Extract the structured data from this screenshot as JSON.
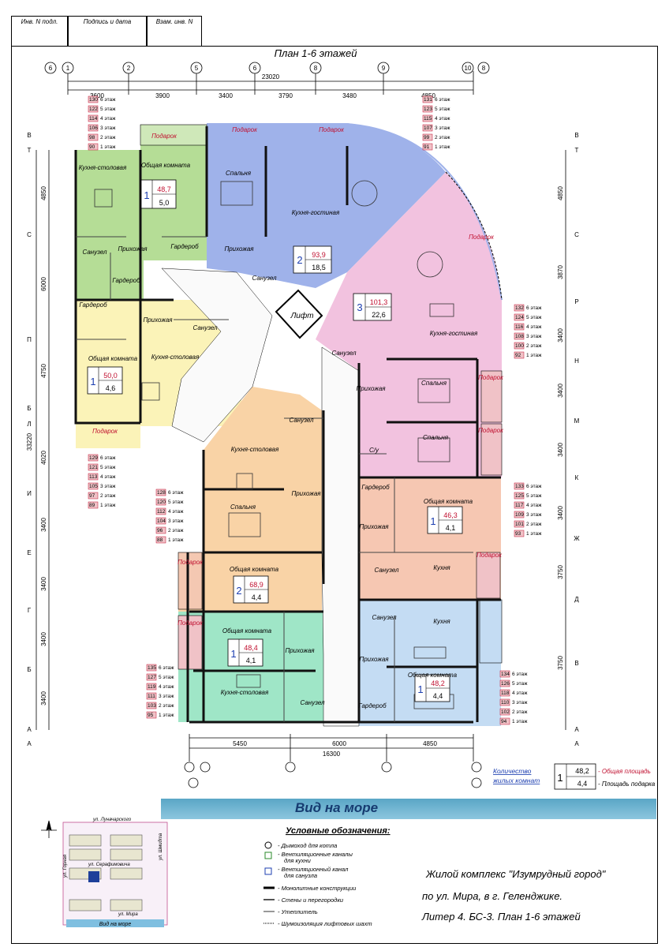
{
  "stamp": {
    "c1": "Инв. N подл.",
    "c2": "Подпись и дата",
    "c3": "Взам. инв. N"
  },
  "plan_title": "План 1-6 этажей",
  "top_total": "23020",
  "top_dims": [
    "3600",
    "3900",
    "3400",
    "3790",
    "3480",
    "4850"
  ],
  "top_axes": [
    "6",
    "1",
    "2",
    "5",
    "6",
    "8",
    "9",
    "10",
    "8"
  ],
  "bottom_dims": [
    "5450",
    "6000",
    "4850"
  ],
  "bottom_total": "16300",
  "left_total": "33220",
  "left_dims": [
    "4850",
    "6000",
    "4750",
    "4020",
    "3400",
    "3400",
    "3400",
    "3400"
  ],
  "right_dims": [
    "4850",
    "3870",
    "3400",
    "3400",
    "3400",
    "3400",
    "3750",
    "3750"
  ],
  "left_axes": [
    "В",
    "Т",
    "С",
    "П",
    "Б",
    "Л",
    "И",
    "Е",
    "Г",
    "Б",
    "А",
    "А"
  ],
  "right_axes": [
    "В",
    "Т",
    "С",
    "Р",
    "Н",
    "М",
    "К",
    "Ж",
    "Д",
    "В",
    "А",
    "А"
  ],
  "gift": "Подарок",
  "lift": "Лифт",
  "rooms": {
    "kitchen_dining": "Кухня-столовая",
    "living": "Общая комната",
    "bathroom": "Санузел",
    "hall": "Прихожая",
    "wardrobe": "Гардероб",
    "bedroom": "Спальня",
    "kitchen_living": "Кухня-гостиная",
    "kitchen": "Кухня",
    "wc": "С/у"
  },
  "apartments": [
    {
      "rooms": "1",
      "area": "48,7",
      "gift": "5,0"
    },
    {
      "rooms": "2",
      "area": "93,9",
      "gift": "18,5"
    },
    {
      "rooms": "3",
      "area": "101,3",
      "gift": "22,6"
    },
    {
      "rooms": "1",
      "area": "50,0",
      "gift": "4,6"
    },
    {
      "rooms": "1",
      "area": "46,3",
      "gift": "4,1"
    },
    {
      "rooms": "2",
      "area": "68,9",
      "gift": "4,4"
    },
    {
      "rooms": "1",
      "area": "48,4",
      "gift": "4,1"
    },
    {
      "rooms": "1",
      "area": "48,2",
      "gift": "4,4"
    }
  ],
  "floor_lists": [
    {
      "n": [
        "130",
        "122",
        "114",
        "106",
        "98",
        "90"
      ]
    },
    {
      "n": [
        "131",
        "123",
        "115",
        "107",
        "99",
        "91"
      ]
    },
    {
      "n": [
        "132",
        "124",
        "116",
        "108",
        "100",
        "92"
      ]
    },
    {
      "n": [
        "129",
        "121",
        "113",
        "105",
        "97",
        "89"
      ]
    },
    {
      "n": [
        "133",
        "125",
        "117",
        "109",
        "101",
        "93"
      ]
    },
    {
      "n": [
        "128",
        "120",
        "112",
        "104",
        "96",
        "88"
      ]
    },
    {
      "n": [
        "135",
        "127",
        "119",
        "111",
        "103",
        "95"
      ]
    },
    {
      "n": [
        "134",
        "126",
        "118",
        "110",
        "102",
        "94"
      ]
    }
  ],
  "floor_labels": [
    "6 этаж",
    "5 этаж",
    "4 этаж",
    "3 этаж",
    "2 этаж",
    "1 этаж"
  ],
  "legend_key": {
    "q1": "Количество",
    "q2": "жилых комнат",
    "rooms": "1",
    "area": "48,2",
    "gift": "4,4",
    "l1": "- Общая площадь",
    "l2": "- Площадь подарка"
  },
  "sea_view": "Вид на море",
  "legend": {
    "title": "Условные обозначения:",
    "items": [
      "- Дымоход для котла",
      "- Вентиляционные каналы",
      "для кухни",
      "- Вентиляционный канал",
      "для санузла",
      "- Монолитные конструкции",
      "- Стены и перегородки",
      "- Утеплитель",
      "- Шумоизоляция лифтовых шахт"
    ]
  },
  "site_map": {
    "s1": "ул. Луначарского",
    "s2": "ул. Серафимовича",
    "s3": "ул. Мира",
    "s4": "ул. Горная",
    "s5": "ул. Шмидта",
    "sea": "Вид на море"
  },
  "project": {
    "l1": "Жилой комплекс \"Изумрудный город\"",
    "l2": "по ул. Мира, в г. Геленджике.",
    "l3": "Литер 4. БС-3. План 1-6 этажей"
  },
  "colors": {
    "green": "#b5dd96",
    "blue": "#9fb2ea",
    "pink": "#f2c2df",
    "yellow": "#fbf3b8",
    "orange": "#f9d3a6",
    "salmon": "#f6c7b2",
    "teal": "#9fe6c7",
    "lightblue": "#c4dcf3",
    "gift": "#f0c2c7",
    "sea": "#5aa6c6"
  }
}
